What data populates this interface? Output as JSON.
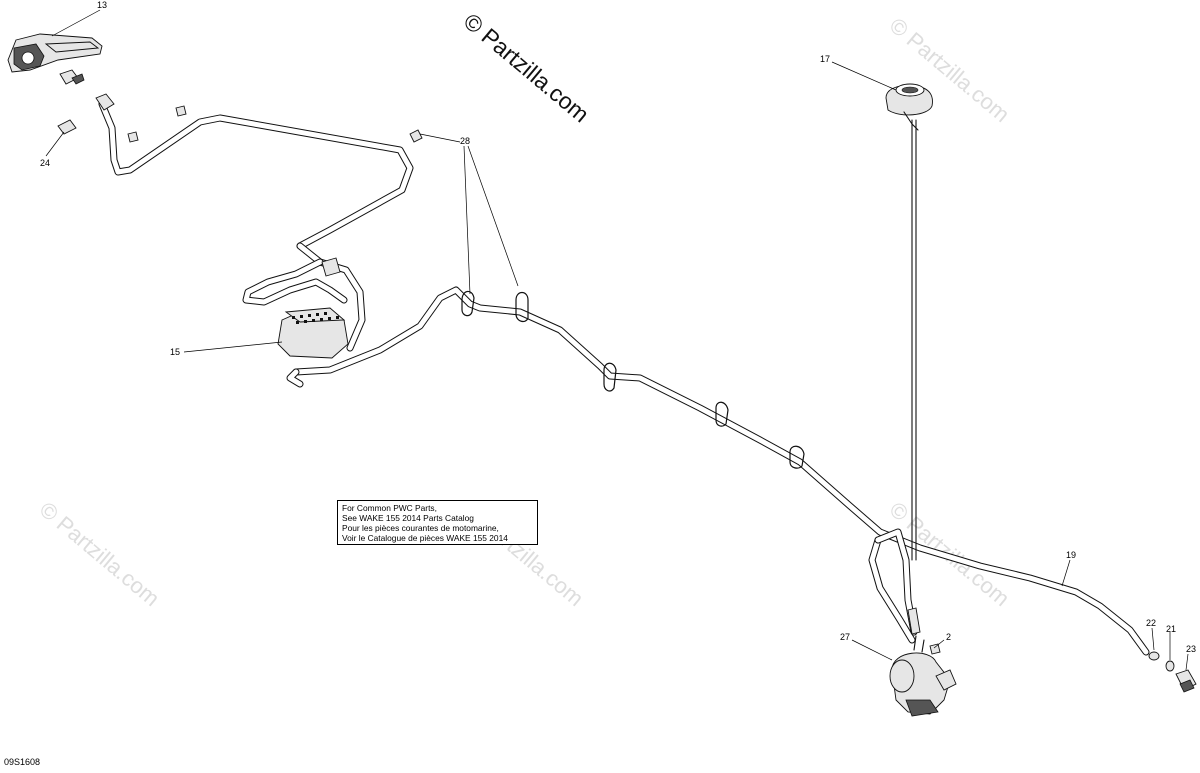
{
  "watermark": {
    "main": "© Partzilla.com",
    "faint": "© Partzilla.com"
  },
  "part_numbers": {
    "p13": "13",
    "p24": "24",
    "p17": "17",
    "p28": "28",
    "p15": "15",
    "p19": "19",
    "p27": "27",
    "p2": "2",
    "p22": "22",
    "p21": "21",
    "p23": "23"
  },
  "note": {
    "line1": "For Common PWC Parts,",
    "line2": "See WAKE 155 2014 Parts Catalog",
    "line3": "Pour les pièces courantes de motomarine,",
    "line4": "Voir le Catalogue de pièces WAKE 155 2014"
  },
  "diagram_code": "09S1608"
}
